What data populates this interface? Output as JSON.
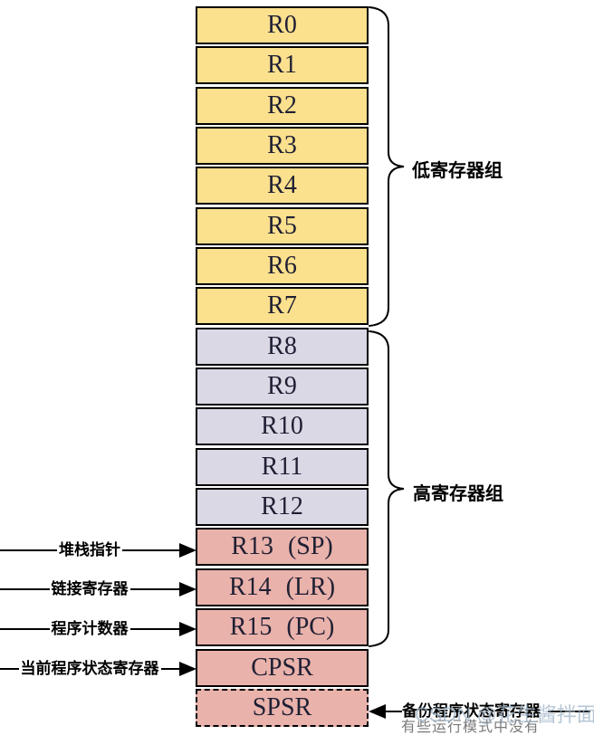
{
  "diagram": {
    "registers": [
      {
        "label": "R0",
        "group": "low"
      },
      {
        "label": "R1",
        "group": "low"
      },
      {
        "label": "R2",
        "group": "low"
      },
      {
        "label": "R3",
        "group": "low"
      },
      {
        "label": "R4",
        "group": "low"
      },
      {
        "label": "R5",
        "group": "low"
      },
      {
        "label": "R6",
        "group": "low"
      },
      {
        "label": "R7",
        "group": "low"
      },
      {
        "label": "R8",
        "group": "high"
      },
      {
        "label": "R9",
        "group": "high"
      },
      {
        "label": "R10",
        "group": "high"
      },
      {
        "label": "R11",
        "group": "high"
      },
      {
        "label": "R12",
        "group": "high"
      },
      {
        "label": "R13 (SP)",
        "group": "special"
      },
      {
        "label": "R14 (LR)",
        "group": "special"
      },
      {
        "label": "R15 (PC)",
        "group": "special"
      },
      {
        "label": "CPSR",
        "group": "special"
      },
      {
        "label": "SPSR",
        "group": "special",
        "dashed": true
      }
    ],
    "group_labels": {
      "low": "低寄存器组",
      "high": "高寄存器组"
    },
    "pointers": {
      "r13": "堆栈指针",
      "r14": "链接寄存器",
      "r15": "程序计数器",
      "cpsr": "当前程序状态寄存器",
      "spsr": "备份程序状态寄存器"
    },
    "spsr_note": "有些运行模式中没有",
    "watermark": "CSDN @花生酱拌面",
    "colors": {
      "low": "#FBE08E",
      "high": "#DBD8E6",
      "special": "#E9B2AB",
      "border": "#000000",
      "register_text": "#1F1F33",
      "note_text": "#7A7A7A",
      "watermark_text": "#9FB4C8"
    }
  }
}
